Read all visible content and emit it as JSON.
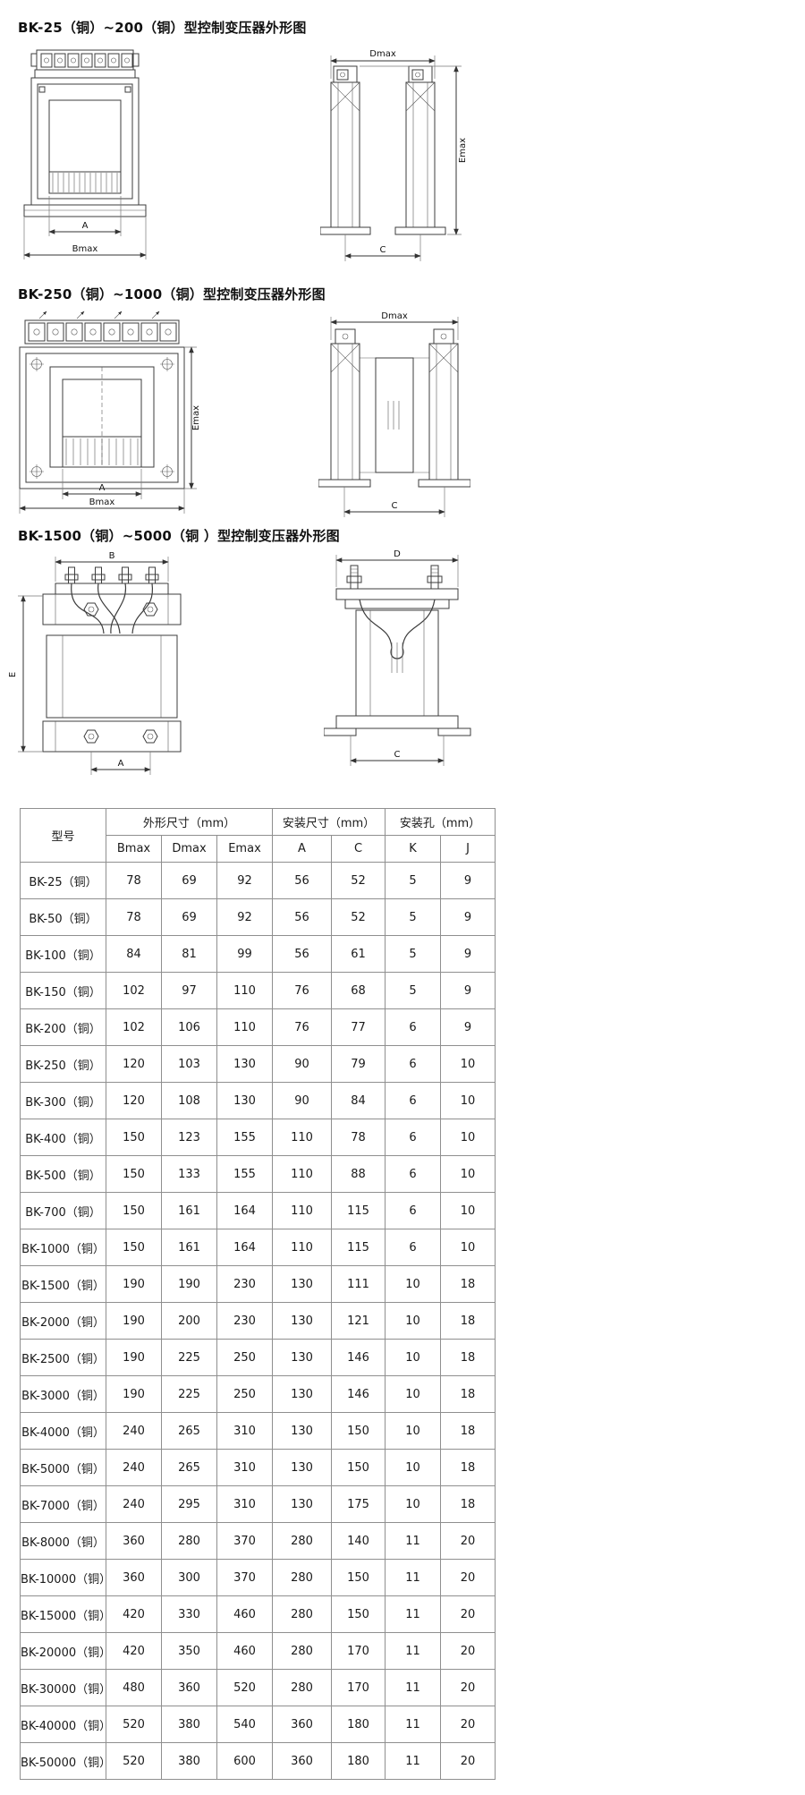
{
  "sections": [
    {
      "heading": "BK-25（铜）~200（铜）型控制变压器外形图",
      "dims": {
        "a": "A",
        "b": "Bmax",
        "d": "Dmax",
        "e": "Emax",
        "c": "C"
      }
    },
    {
      "heading": "BK-250（铜）~1000（铜）型控制变压器外形图",
      "dims": {
        "a": "A",
        "b": "Bmax",
        "d": "Dmax",
        "e": "Emax",
        "c": "C"
      }
    },
    {
      "heading": "BK-1500（铜）~5000（铜 ）型控制变压器外形图",
      "dims": {
        "a": "A",
        "b": "B",
        "d": "D",
        "e": "E",
        "c": "C"
      }
    }
  ],
  "table": {
    "header_model": "型号",
    "group_outline": "外形尺寸（mm）",
    "group_mount": "安装尺寸（mm）",
    "group_hole": "安装孔（mm）",
    "columns": [
      "Bmax",
      "Dmax",
      "Emax",
      "A",
      "C",
      "K",
      "J"
    ],
    "rows": [
      {
        "model": "BK-25（铜）",
        "values": [
          "78",
          "69",
          "92",
          "56",
          "52",
          "5",
          "9"
        ]
      },
      {
        "model": "BK-50（铜）",
        "values": [
          "78",
          "69",
          "92",
          "56",
          "52",
          "5",
          "9"
        ]
      },
      {
        "model": "BK-100（铜）",
        "values": [
          "84",
          "81",
          "99",
          "56",
          "61",
          "5",
          "9"
        ]
      },
      {
        "model": "BK-150（铜）",
        "values": [
          "102",
          "97",
          "110",
          "76",
          "68",
          "5",
          "9"
        ]
      },
      {
        "model": "BK-200（铜）",
        "values": [
          "102",
          "106",
          "110",
          "76",
          "77",
          "6",
          "9"
        ]
      },
      {
        "model": "BK-250（铜）",
        "values": [
          "120",
          "103",
          "130",
          "90",
          "79",
          "6",
          "10"
        ]
      },
      {
        "model": "BK-300（铜）",
        "values": [
          "120",
          "108",
          "130",
          "90",
          "84",
          "6",
          "10"
        ]
      },
      {
        "model": "BK-400（铜）",
        "values": [
          "150",
          "123",
          "155",
          "110",
          "78",
          "6",
          "10"
        ]
      },
      {
        "model": "BK-500（铜）",
        "values": [
          "150",
          "133",
          "155",
          "110",
          "88",
          "6",
          "10"
        ]
      },
      {
        "model": "BK-700（铜）",
        "values": [
          "150",
          "161",
          "164",
          "110",
          "115",
          "6",
          "10"
        ]
      },
      {
        "model": "BK-1000（铜）",
        "values": [
          "150",
          "161",
          "164",
          "110",
          "115",
          "6",
          "10"
        ]
      },
      {
        "model": "BK-1500（铜）",
        "values": [
          "190",
          "190",
          "230",
          "130",
          "111",
          "10",
          "18"
        ]
      },
      {
        "model": "BK-2000（铜）",
        "values": [
          "190",
          "200",
          "230",
          "130",
          "121",
          "10",
          "18"
        ]
      },
      {
        "model": "BK-2500（铜）",
        "values": [
          "190",
          "225",
          "250",
          "130",
          "146",
          "10",
          "18"
        ]
      },
      {
        "model": "BK-3000（铜）",
        "values": [
          "190",
          "225",
          "250",
          "130",
          "146",
          "10",
          "18"
        ]
      },
      {
        "model": "BK-4000（铜）",
        "values": [
          "240",
          "265",
          "310",
          "130",
          "150",
          "10",
          "18"
        ]
      },
      {
        "model": "BK-5000（铜）",
        "values": [
          "240",
          "265",
          "310",
          "130",
          "150",
          "10",
          "18"
        ]
      },
      {
        "model": "BK-7000（铜）",
        "values": [
          "240",
          "295",
          "310",
          "130",
          "175",
          "10",
          "18"
        ]
      },
      {
        "model": "BK-8000（铜）",
        "values": [
          "360",
          "280",
          "370",
          "280",
          "140",
          "11",
          "20"
        ]
      },
      {
        "model": "BK-10000（铜）",
        "values": [
          "360",
          "300",
          "370",
          "280",
          "150",
          "11",
          "20"
        ]
      },
      {
        "model": "BK-15000（铜）",
        "values": [
          "420",
          "330",
          "460",
          "280",
          "150",
          "11",
          "20"
        ]
      },
      {
        "model": "BK-20000（铜）",
        "values": [
          "420",
          "350",
          "460",
          "280",
          "170",
          "11",
          "20"
        ]
      },
      {
        "model": "BK-30000（铜）",
        "values": [
          "480",
          "360",
          "520",
          "280",
          "170",
          "11",
          "20"
        ]
      },
      {
        "model": "BK-40000（铜）",
        "values": [
          "520",
          "380",
          "540",
          "360",
          "180",
          "11",
          "20"
        ]
      },
      {
        "model": "BK-50000（铜）",
        "values": [
          "520",
          "380",
          "600",
          "360",
          "180",
          "11",
          "20"
        ]
      }
    ]
  }
}
